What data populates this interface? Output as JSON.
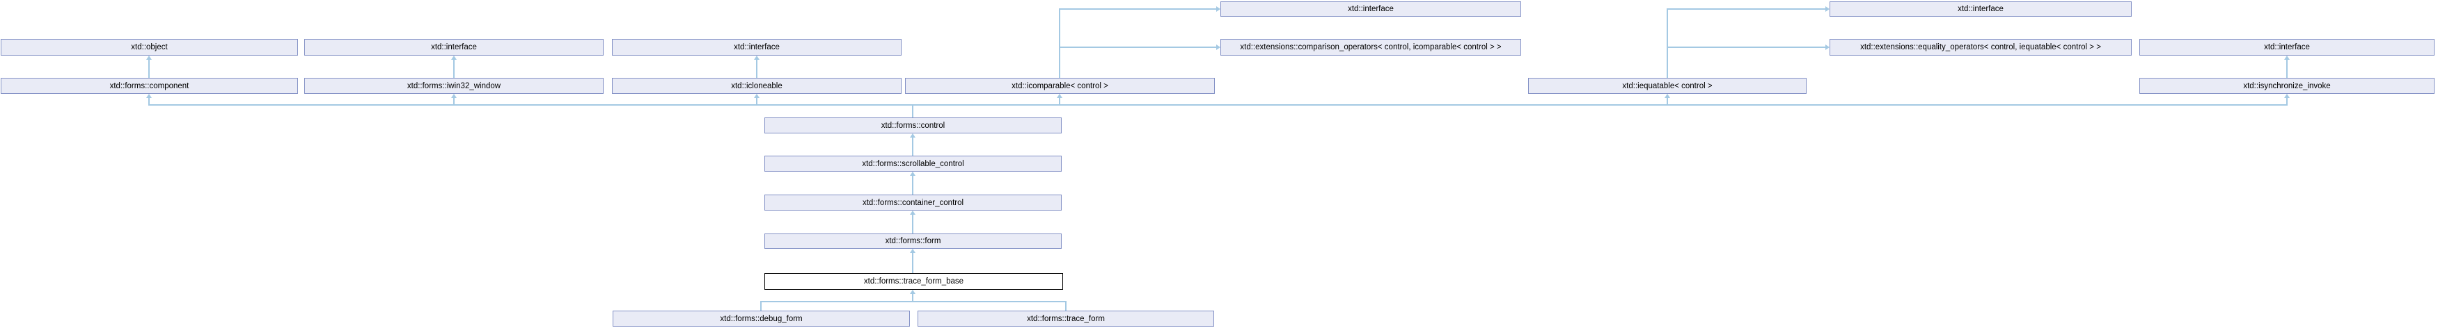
{
  "diagram": {
    "title": "xtd::forms::trace_form_base inheritance diagram",
    "type": "class-inheritance-graph",
    "colors": {
      "node_fill": "#e9ebf6",
      "node_border": "#8290c5",
      "edge_line": "#a4c9e3",
      "focus_node_fill": "#ffffff",
      "focus_node_border": "#000000",
      "text": "#000000",
      "background": "#ffffff"
    },
    "nodes": {
      "interface_above_icomparable": "xtd::interface",
      "interface_above_iequatable": "xtd::interface",
      "object": "xtd::object",
      "interface_above_iwin32_window": "xtd::interface",
      "interface_above_icloneable": "xtd::interface",
      "comparison_operators": "xtd::extensions::comparison_operators< control, icomparable< control > >",
      "equality_operators": "xtd::extensions::equality_operators< control, iequatable< control > >",
      "interface_above_isynchronize_invoke": "xtd::interface",
      "component": "xtd::forms::component",
      "iwin32_window": "xtd::forms::iwin32_window",
      "icloneable": "xtd::icloneable",
      "icomparable": "xtd::icomparable< control >",
      "iequatable": "xtd::iequatable< control >",
      "isynchronize_invoke": "xtd::isynchronize_invoke",
      "control": "xtd::forms::control",
      "scrollable_control": "xtd::forms::scrollable_control",
      "container_control": "xtd::forms::container_control",
      "form": "xtd::forms::form",
      "trace_form_base": "xtd::forms::trace_form_base",
      "debug_form": "xtd::forms::debug_form",
      "trace_form": "xtd::forms::trace_form"
    },
    "edges": [
      {
        "from": "component",
        "to": "object"
      },
      {
        "from": "iwin32_window",
        "to": "interface_above_iwin32_window"
      },
      {
        "from": "icloneable",
        "to": "interface_above_icloneable"
      },
      {
        "from": "icomparable",
        "to": "interface_above_icomparable"
      },
      {
        "from": "icomparable",
        "to": "comparison_operators"
      },
      {
        "from": "iequatable",
        "to": "interface_above_iequatable"
      },
      {
        "from": "iequatable",
        "to": "equality_operators"
      },
      {
        "from": "isynchronize_invoke",
        "to": "interface_above_isynchronize_invoke"
      },
      {
        "from": "control",
        "to": "component"
      },
      {
        "from": "control",
        "to": "iwin32_window"
      },
      {
        "from": "control",
        "to": "icloneable"
      },
      {
        "from": "control",
        "to": "icomparable"
      },
      {
        "from": "control",
        "to": "iequatable"
      },
      {
        "from": "control",
        "to": "isynchronize_invoke"
      },
      {
        "from": "scrollable_control",
        "to": "control"
      },
      {
        "from": "container_control",
        "to": "scrollable_control"
      },
      {
        "from": "form",
        "to": "container_control"
      },
      {
        "from": "trace_form_base",
        "to": "form"
      },
      {
        "from": "debug_form",
        "to": "trace_form_base"
      },
      {
        "from": "trace_form",
        "to": "trace_form_base"
      }
    ],
    "focus_node": "trace_form_base"
  }
}
